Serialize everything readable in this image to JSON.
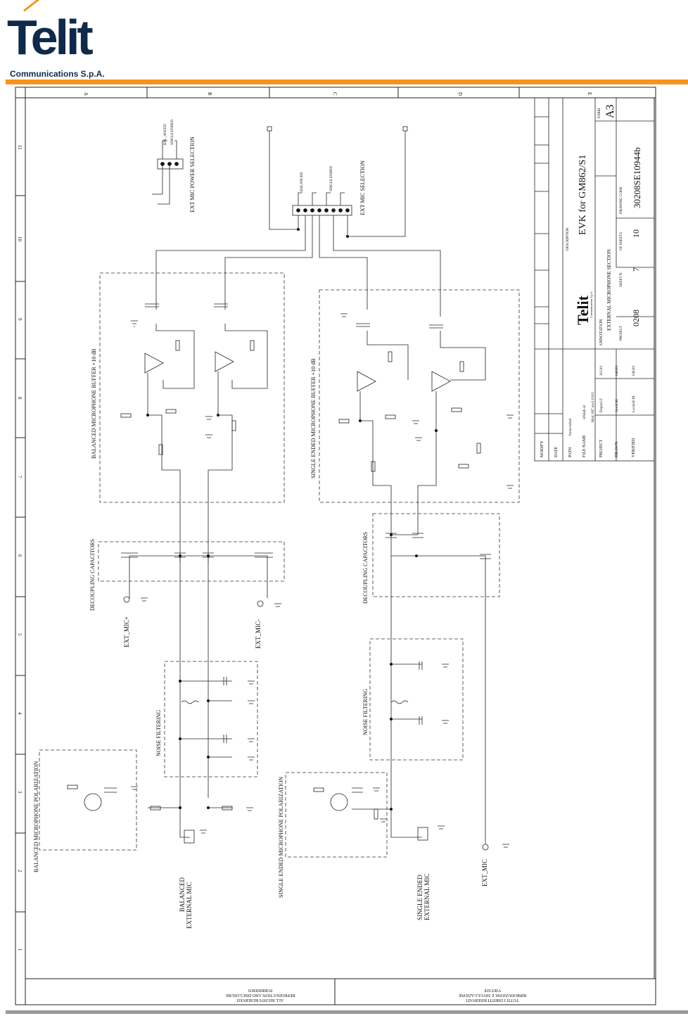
{
  "header": {
    "logo_word": "Telit",
    "logo_sub": "Communications S.p.A."
  },
  "frame": {
    "columns": [
      "A",
      "B",
      "C",
      "D",
      "E"
    ],
    "rows": [
      "11",
      "10",
      "9",
      "8",
      "7",
      "6",
      "5",
      "4",
      "3",
      "2",
      "1"
    ],
    "notice_left": [
      "ALL RIGHTS RESERVED",
      "REPRODUCTION AND DISCLOSURE",
      "FORBIDDEN"
    ],
    "notice_right": [
      "TUTTI I DIRITTI RISERVATI",
      "RIPRODUZIONE E DIVULGAZIONE",
      "VIETATE"
    ]
  },
  "sections": {
    "ext_mic_power": "EXT MIC POWER SELECTION",
    "ext_mic_sel": "EXT MIC SELECTION",
    "bal_buffer": "BALANCED MICROPHONE BUFFER +10 dB",
    "se_buffer": "SINGLE ENDED MICROPHONE BUFFER +10 dB",
    "decoupling": "DECOUPLING CAPACITORS",
    "noise": "NOISE FILTERING",
    "bal_pol": "BALANCED MICROPHONE POLARIZATION",
    "se_pol": "SINGLE ENDED MICROPHONE POLARIZATION"
  },
  "labels": {
    "ext_mic_plus": "EXT_MIC+",
    "ext_mic_minus": "EXT_MIC-",
    "ext_mic": "EXT_MIC",
    "balanced": "BALANCED",
    "single_ended": "SINGLE ENDED",
    "external_mic": "EXTERNAL MIC",
    "balanced_sel": "BALANCED",
    "single_ended_sel": "SINGLE ENDED",
    "bal_ext_mic": "BAL_ANCED",
    "se_ext_mic": "SINGLE ENDED"
  },
  "title_block": {
    "form_label": "FORM",
    "form": "A3",
    "description_label": "DESCRIPTION",
    "description": "EVK for GM862/S1",
    "drawing_code_label": "DRAWING CODE",
    "drawing_code": "30208SE10944b",
    "of_sheets_label": "OF SHEETS",
    "of_sheets": "10",
    "sheet_label": "SHEET N.",
    "sheet": "7",
    "project_label": "PROJECT",
    "project": "0208",
    "annotation_label": "ANNOTATION",
    "annotation": "EXTERNAL MICROPHONE SECTION",
    "modify_label": "MODIFY",
    "date_label": "DATE",
    "path_label": "PATH",
    "path": "/home/sched",
    "file_label": "FILE NAME",
    "file": "s0944b.cir",
    "mod": "Mod. 067 rev.0 03/01",
    "project_row": "PROJECT",
    "project_name": "Depaoli F.",
    "project_date": "301201",
    "drawn_row": "DRAWN",
    "drawn_name": "Stroili M.",
    "drawn_date": "040201",
    "verified_row": "VERIFIED",
    "verified_name": "Locatelli M.",
    "verified_date": "040201",
    "logo_word": "Telit",
    "logo_sub": "Communications S.p.A."
  }
}
